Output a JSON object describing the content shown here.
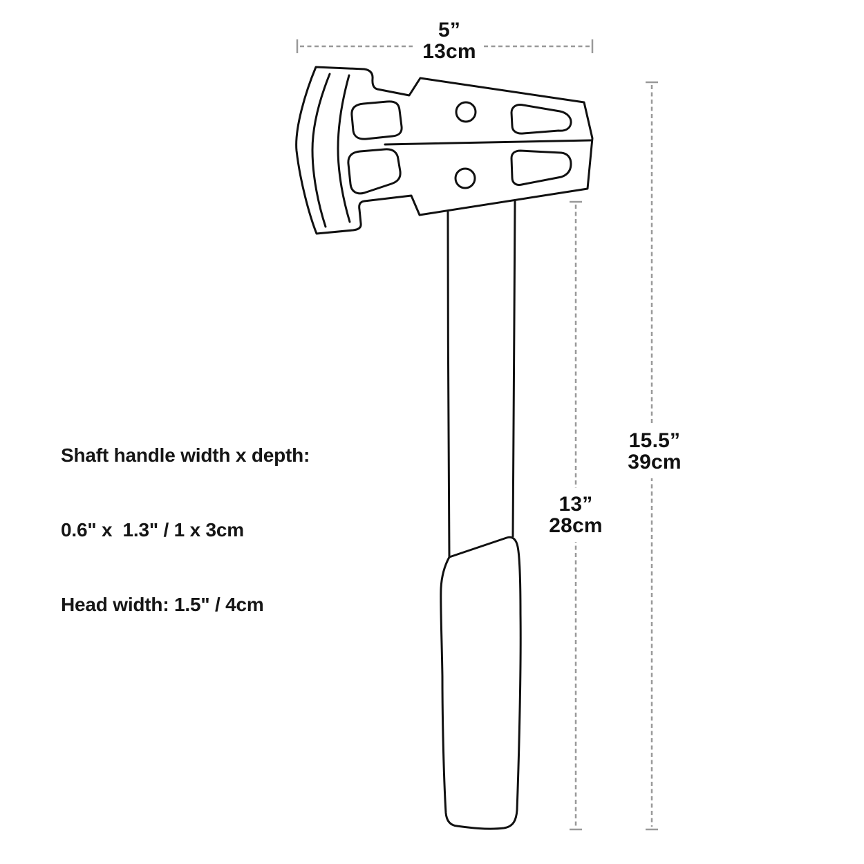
{
  "diagram": {
    "dimensions": {
      "head_width": {
        "inches": "5”",
        "metric": "13cm"
      },
      "total_length": {
        "inches": "15.5”",
        "metric": "39cm"
      },
      "handle_length": {
        "inches": "13”",
        "metric": "28cm"
      }
    },
    "specs": {
      "line1": "Shaft handle width x depth:",
      "line2": "0.6\" x  1.3\" / 1 x 3cm",
      "line3": "Head width: 1.5\" / 4cm"
    },
    "colors": {
      "outline": "#111111",
      "dimension_line": "#999999",
      "text": "#161616",
      "background": "#ffffff"
    }
  }
}
